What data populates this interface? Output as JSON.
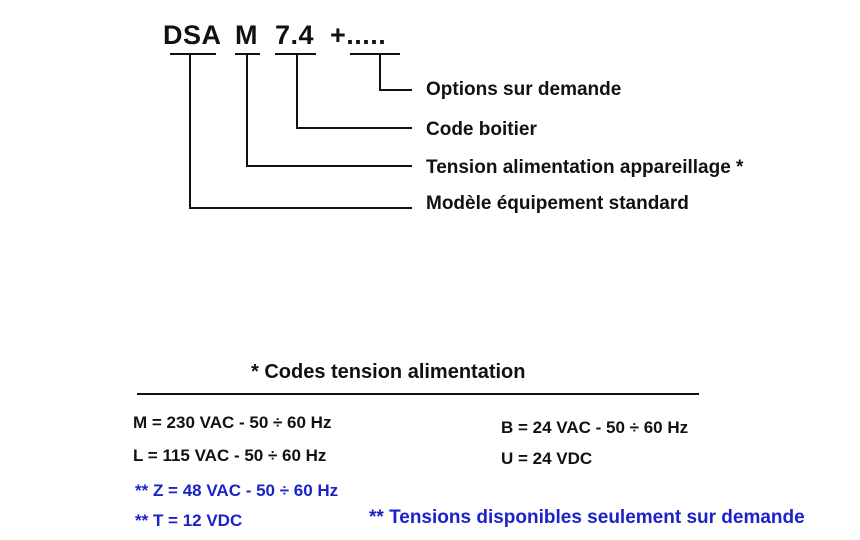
{
  "code": {
    "part_model": "DSA",
    "part_voltage": "M",
    "part_case": "7.4",
    "part_options": "+....."
  },
  "callouts": {
    "options": "Options sur demande",
    "case": "Code boitier",
    "voltage": "Tension alimentation appareillage *",
    "model": "Modèle équipement standard"
  },
  "voltage_codes": {
    "title": "* Codes tension alimentation",
    "left": [
      "M = 230 VAC - 50 ÷ 60 Hz",
      "L = 115 VAC - 50 ÷ 60 Hz"
    ],
    "right": [
      "B = 24 VAC - 50 ÷ 60 Hz",
      "U = 24 VDC"
    ],
    "on_request": [
      "** Z = 48 VAC - 50 ÷ 60 Hz",
      "** T = 12 VDC"
    ],
    "note": "** Tensions disponibles seulement sur demande"
  },
  "colors": {
    "text": "#111111",
    "on_request": "#1a23c8"
  }
}
